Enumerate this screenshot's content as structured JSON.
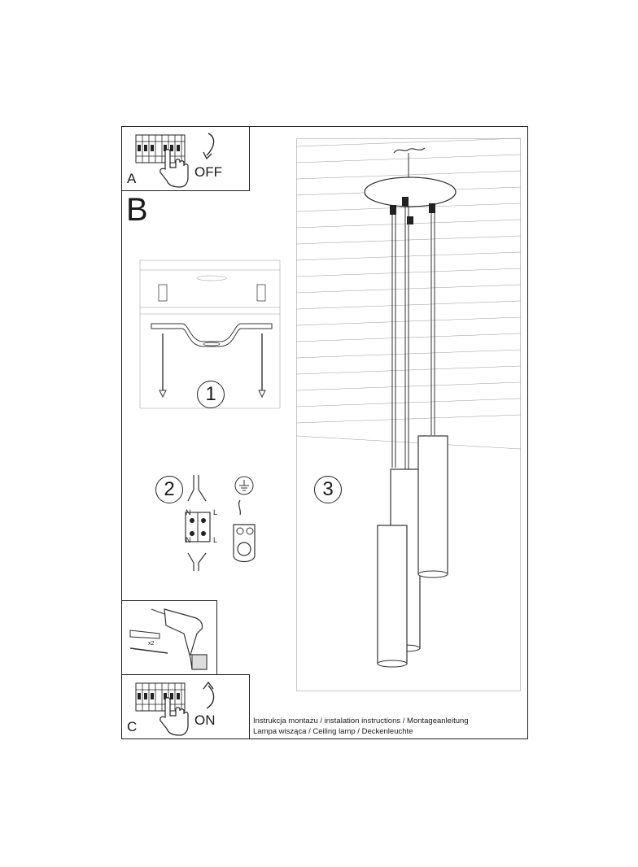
{
  "step_a": {
    "letter": "A",
    "switch_label": "OFF"
  },
  "step_b": {
    "letter": "B"
  },
  "step_c": {
    "letter": "C",
    "switch_label": "ON"
  },
  "steps": {
    "one": "1",
    "two": "2",
    "three": "3"
  },
  "wiring": {
    "n_top": "N",
    "l_top": "L",
    "n_bottom": "N",
    "l_bottom": "L"
  },
  "drill": {
    "count_label": "x2"
  },
  "caption": {
    "line1": "Instrukcja montażu / instalation instructions / Montageanleitung",
    "line2": "Lampa wisząca / Ceiling lamp / Deckenleuchte"
  }
}
